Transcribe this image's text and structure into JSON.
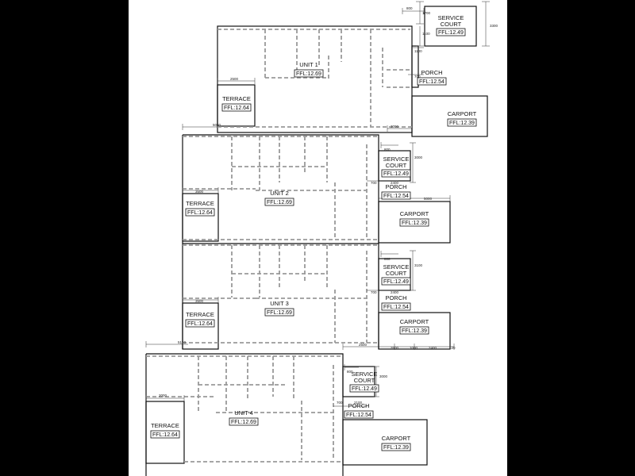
{
  "units": [
    {
      "name": "UNIT 1",
      "ffl": "FFL:12.69",
      "terrace": {
        "label": "TERRACE",
        "ffl": "FFL:12.64"
      },
      "service_court": {
        "label_line1": "SERVICE",
        "label_line2": "COURT",
        "ffl": "FFL:12.49"
      },
      "porch": {
        "label": "PORCH",
        "ffl": "FFL:12.54"
      },
      "carport": {
        "label": "CARPORT",
        "ffl": "FFL:12.39"
      }
    },
    {
      "name": "UNIT 2",
      "ffl": "FFL:12.69",
      "terrace": {
        "label": "TERRACE",
        "ffl": "FFL:12.64"
      },
      "service_court": {
        "label_line1": "SERVICE",
        "label_line2": "COURT",
        "ffl": "FFL:12.49"
      },
      "porch": {
        "label": "PORCH",
        "ffl": "FFL:12.54"
      },
      "carport": {
        "label": "CARPORT",
        "ffl": "FFL:12.39"
      }
    },
    {
      "name": "UNIT 3",
      "ffl": "FFL:12.69",
      "terrace": {
        "label": "TERRACE",
        "ffl": "FFL:12.64"
      },
      "service_court": {
        "label_line1": "SERVICE",
        "label_line2": "COURT",
        "ffl": "FFL:12.49"
      },
      "porch": {
        "label": "PORCH",
        "ffl": "FFL:12.54"
      },
      "carport": {
        "label": "CARPORT",
        "ffl": "FFL:12.39"
      }
    },
    {
      "name": "UNIT 4",
      "ffl": "FFL:12.69",
      "terrace": {
        "label": "TERRACE",
        "ffl": "FFL:12.64"
      },
      "service_court": {
        "label_line1": "SERVICE",
        "label_line2": "COURT",
        "ffl": "FFL:12.49"
      },
      "porch": {
        "label": "PORCH",
        "ffl": "FFL:12.54"
      },
      "carport": {
        "label": "CARPORT",
        "ffl": "FFL:12.39"
      }
    }
  ],
  "dimensions": {
    "d800": "800",
    "d1100": "1100",
    "d1700": "1700",
    "d2500": "2500",
    "d3000": "3000",
    "d700": "700",
    "d3200": "3200",
    "d2400": "2400",
    "d5000": "5000",
    "d2100": "2100",
    "d3100": "3100",
    "d3500": "3500",
    "d5150": "5150",
    "d3300": "3300",
    "d2000": "2000",
    "d1000": "1000",
    "d120": "120",
    "d1500": "1500",
    "d2600": "2600"
  }
}
